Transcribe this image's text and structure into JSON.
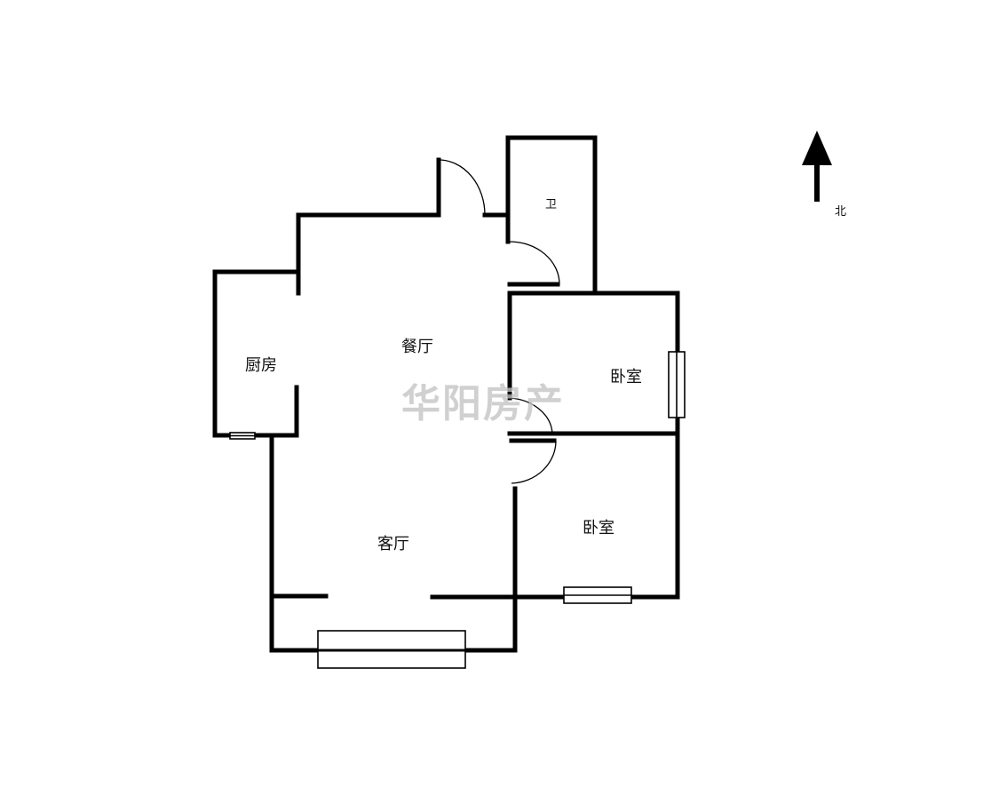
{
  "floorplan": {
    "wall_color": "#000000",
    "background": "#ffffff",
    "rooms": [
      {
        "id": "bathroom",
        "label": "卫"
      },
      {
        "id": "kitchen",
        "label": "厨房"
      },
      {
        "id": "dining",
        "label": "餐厅"
      },
      {
        "id": "bedroom_north",
        "label": "卧室"
      },
      {
        "id": "bedroom_south",
        "label": "卧室"
      },
      {
        "id": "living",
        "label": "客厅"
      }
    ],
    "compass": {
      "icon": "north-arrow-icon",
      "label": "北"
    },
    "watermark": "华阳房产"
  }
}
